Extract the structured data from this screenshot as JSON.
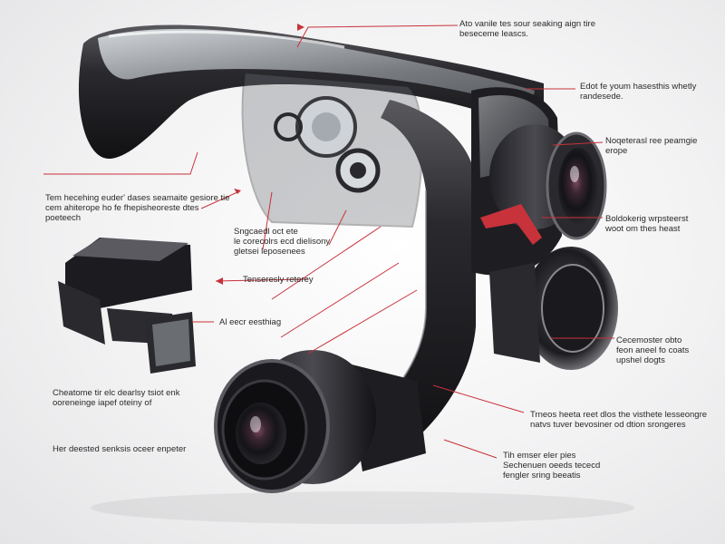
{
  "callouts": [
    {
      "lines": [
        "Ato vanile tes sour seaking aign tire",
        "beseceme leascs."
      ]
    },
    {
      "lines": [
        "Edot fe youm hasesthis whetly",
        "randesede."
      ]
    },
    {
      "lines": [
        "Noqeterasl ree peamgie",
        "erope"
      ]
    },
    {
      "lines": [
        "Boldokerig wrpsteerst",
        "woot om thes heast"
      ]
    },
    {
      "lines": [
        "Cecemoster obto",
        "feon aneel fo coats",
        "upshel dogts"
      ]
    },
    {
      "lines": [
        "Trneos heeta reet dlos the visthete lesseongre",
        "natvs tuver bevosiner od dtion srongeres"
      ]
    },
    {
      "lines": [
        "Tih emser eler pies",
        "Sechenuen oeeds tececd",
        "fengler sring beeatis"
      ]
    },
    {
      "lines": [
        "Tem hecehing euder' dases seamaite gesiore tie",
        "cem ahiterope ho fe fhepisheoreste dtes",
        "poeteech"
      ]
    },
    {
      "lines": [
        "Sngcaedl oct ete",
        "le corecolrs ecd dielisony",
        "gletsei leposenees"
      ]
    },
    {
      "lines": [
        "Tenseresly reterey"
      ]
    },
    {
      "lines": [
        "Al eecr eesthiag"
      ]
    },
    {
      "lines": [
        "Cheatome tir elc dearlsy tsiot enk",
        "ooreneinge iapef oteiny of"
      ]
    },
    {
      "lines": [
        "Her deested senksis oceer enpeter"
      ]
    }
  ],
  "colors": {
    "leader": "#c8323a",
    "body": "#262626",
    "text": "#2a2a2a"
  }
}
